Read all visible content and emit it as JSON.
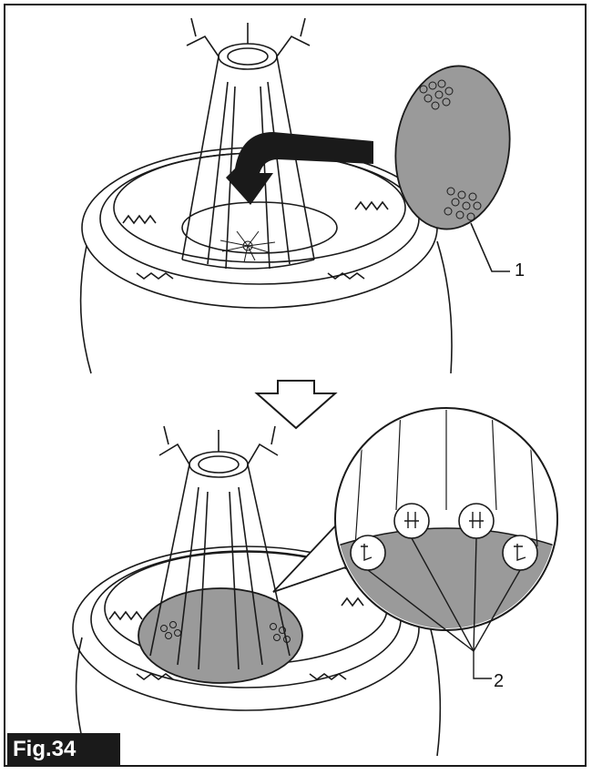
{
  "figure": {
    "label": "Fig.34",
    "callouts": [
      {
        "id": "1"
      },
      {
        "id": "2"
      }
    ],
    "colors": {
      "line": "#1a1a1a",
      "filter_fill": "#9a9a9a",
      "background": "#ffffff",
      "label_bg": "#1a1a1a"
    },
    "icons": [
      "filter-disc-icon",
      "insert-arrow-icon",
      "down-arrow-icon",
      "magnifier-detail-icon",
      "latch-hook-icon"
    ]
  }
}
